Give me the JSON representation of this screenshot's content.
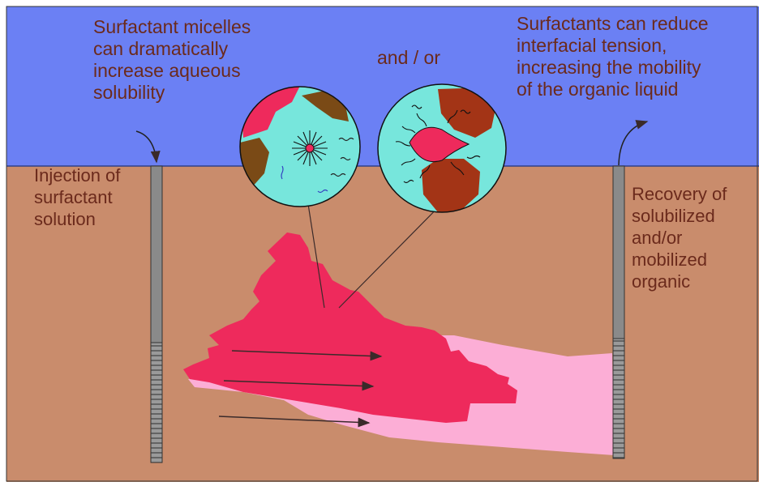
{
  "labels": {
    "micelles": "Surfactant micelles\ncan dramatically\nincrease aqueous\nsolubility",
    "and_or": "and / or",
    "tension": "Surfactants can reduce\ninterfacial tension,\nincreasing the mobility\nof the organic liquid",
    "injection": "Injection of\nsurfactant\nsolution",
    "recovery": "Recovery of\nsolubilized\nand/or\nmobilized\norganic"
  },
  "colors": {
    "water": "#6b80f4",
    "soil": "#c98c6c",
    "contaminant": "#ee2a5c",
    "plume": "#fcaed6",
    "text": "#6b2a1c",
    "bubble_fill": "#77e6dc",
    "soil_grain": "#7a4a16",
    "oil_droplet": "#a33416",
    "well": "#8a8a8a"
  }
}
